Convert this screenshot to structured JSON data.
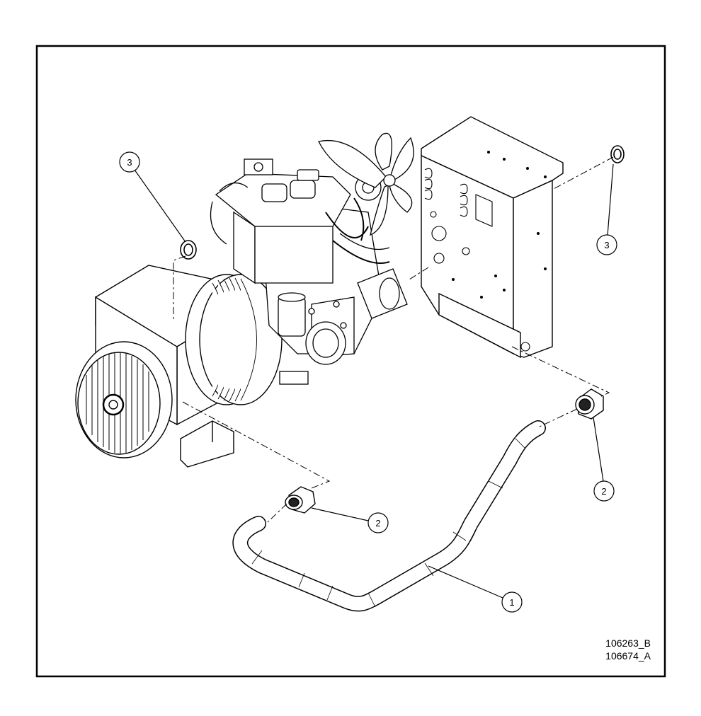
{
  "diagram": {
    "callouts": [
      {
        "id": "1",
        "part": "hose"
      },
      {
        "id": "2",
        "part": "hose-fitting-left"
      },
      {
        "id": "2",
        "part": "hose-fitting-right"
      },
      {
        "id": "3",
        "part": "seal-ring-left"
      },
      {
        "id": "3",
        "part": "seal-ring-right"
      }
    ],
    "drawing_refs": [
      "106263_B",
      "106674_A"
    ]
  }
}
